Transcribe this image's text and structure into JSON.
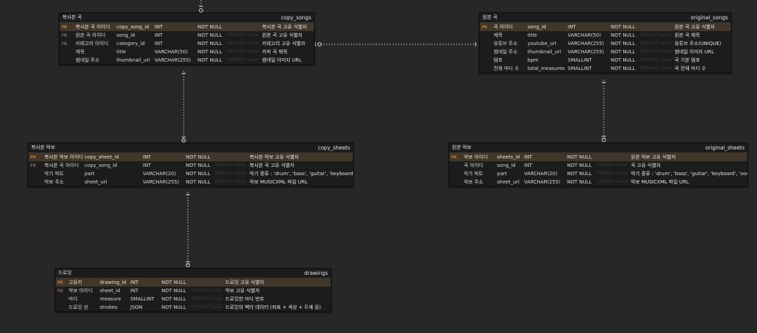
{
  "default_placeholder": "DEFAULT value",
  "tables": {
    "copy_songs": {
      "logical": "복사본 곡",
      "physical": "copy_songs",
      "rows": [
        {
          "key": "PK",
          "logical": "복사본 곡 아이디",
          "physical": "copy_song_id",
          "type": "INT",
          "null": "NOT NULL",
          "comment": "복사본 곡 고유 식별자"
        },
        {
          "key": "FK",
          "logical": "원본 곡 아이디",
          "physical": "song_id",
          "type": "INT",
          "null": "NOT NULL",
          "comment": "원본 곡 고유 식별자"
        },
        {
          "key": "FK",
          "logical": "카테고리 아이디",
          "physical": "category_id",
          "type": "INT",
          "null": "NOT NULL",
          "comment": "카테고리 고유 식별자"
        },
        {
          "key": "",
          "logical": "제목",
          "physical": "title",
          "type": "VARCHAR(50)",
          "null": "NOT NULL",
          "comment": "카피 곡 제목"
        },
        {
          "key": "",
          "logical": "썸네일 주소",
          "physical": "thumbnail_url",
          "type": "VARCHAR(255)",
          "null": "NOT NULL",
          "comment": "썸네일 이미지 URL"
        }
      ]
    },
    "original_songs": {
      "logical": "원본 곡",
      "physical": "original_songs",
      "rows": [
        {
          "key": "PK",
          "logical": "곡 아이디",
          "physical": "song_id",
          "type": "INT",
          "null": "NOT NULL",
          "comment": "원본 곡 고유 식별자"
        },
        {
          "key": "",
          "logical": "제목",
          "physical": "title",
          "type": "VARCHAR(50)",
          "null": "NOT NULL",
          "comment": "원본 곡 제목"
        },
        {
          "key": "",
          "logical": "유튜브 주소",
          "physical": "youtube_url",
          "type": "VARCHAR(255)",
          "null": "NOT NULL",
          "comment": "유튜브 주소(UNIQUE)"
        },
        {
          "key": "",
          "logical": "썸네일 주소",
          "physical": "thumbnail_url",
          "type": "VARCHAR(255)",
          "null": "NOT NULL",
          "comment": "썸네일 이미지 URL"
        },
        {
          "key": "",
          "logical": "템포",
          "physical": "bpm",
          "type": "SMALLINT",
          "null": "NOT NULL",
          "comment": "곡 기본 템포"
        },
        {
          "key": "",
          "logical": "전체 마디 수",
          "physical": "total_measures",
          "type": "SMALLINT",
          "null": "NOT NULL",
          "comment": "곡 전체 마디 수"
        }
      ]
    },
    "copy_sheets": {
      "logical": "복사본 악보",
      "physical": "copy_sheets",
      "rows": [
        {
          "key": "PK",
          "logical": "복사본 악보 아이디",
          "physical": "copy_sheet_id",
          "type": "INT",
          "null": "NOT NULL",
          "comment": "복사본 악보 고유 식별자"
        },
        {
          "key": "FK",
          "logical": "복사본 곡 아이디",
          "physical": "copy_song_id",
          "type": "INT",
          "null": "NOT NULL",
          "comment": "복사본 곡 고유 식별자"
        },
        {
          "key": "",
          "logical": "악기 파트",
          "physical": "part",
          "type": "VARCHAR(20)",
          "null": "NOT NULL",
          "comment": "악기 종류 : 'drum', 'bass', 'guitar', 'keyboard', 'vocal'"
        },
        {
          "key": "",
          "logical": "악보 주소",
          "physical": "sheet_url",
          "type": "VARCHAR(255)",
          "null": "NOT NULL",
          "comment": "악보 MUSICXML 파일 URL"
        }
      ]
    },
    "original_sheets": {
      "logical": "원본 악보",
      "physical": "original_sheets",
      "rows": [
        {
          "key": "PK",
          "logical": "악보 아이디",
          "physical": "sheets_id",
          "type": "INT",
          "null": "NOT NULL",
          "comment": "원본 악보 고유 식별자"
        },
        {
          "key": "",
          "logical": "곡 아이디",
          "physical": "song_id",
          "type": "INT",
          "null": "NOT NULL",
          "comment": "곡 고유 식별자"
        },
        {
          "key": "",
          "logical": "악기 파트",
          "physical": "part",
          "type": "VARCHAR(20)",
          "null": "NOT NULL",
          "comment": "악기 종류 : 'drum', 'bass', 'guitar', 'keyboard', 'vocal'"
        },
        {
          "key": "",
          "logical": "악보 주소",
          "physical": "sheet_url",
          "type": "VARCHAR(255)",
          "null": "NOT NULL",
          "comment": "악보 MUSICXML 파일 URL"
        }
      ]
    },
    "drawings": {
      "logical": "드로잉",
      "physical": "drawings",
      "rows": [
        {
          "key": "PK",
          "logical": "고유키",
          "physical": "drawing_id",
          "type": "INT",
          "null": "NOT NULL",
          "comment": "드로잉 고유 식별자"
        },
        {
          "key": "FK",
          "logical": "악보 아이디",
          "physical": "sheet_id",
          "type": "INT",
          "null": "NOT NULL",
          "comment": "악보 고유 식별자"
        },
        {
          "key": "",
          "logical": "마디",
          "physical": "measure",
          "type": "SMALLINT",
          "null": "NOT NULL",
          "comment": "드로잉한 마디 번호"
        },
        {
          "key": "",
          "logical": "드로잉 선",
          "physical": "strokes",
          "type": "JSON",
          "null": "NOT NULL",
          "comment": "드로잉의 벡터 데이터 (좌표 + 색상 + 두께 등)"
        }
      ]
    }
  }
}
